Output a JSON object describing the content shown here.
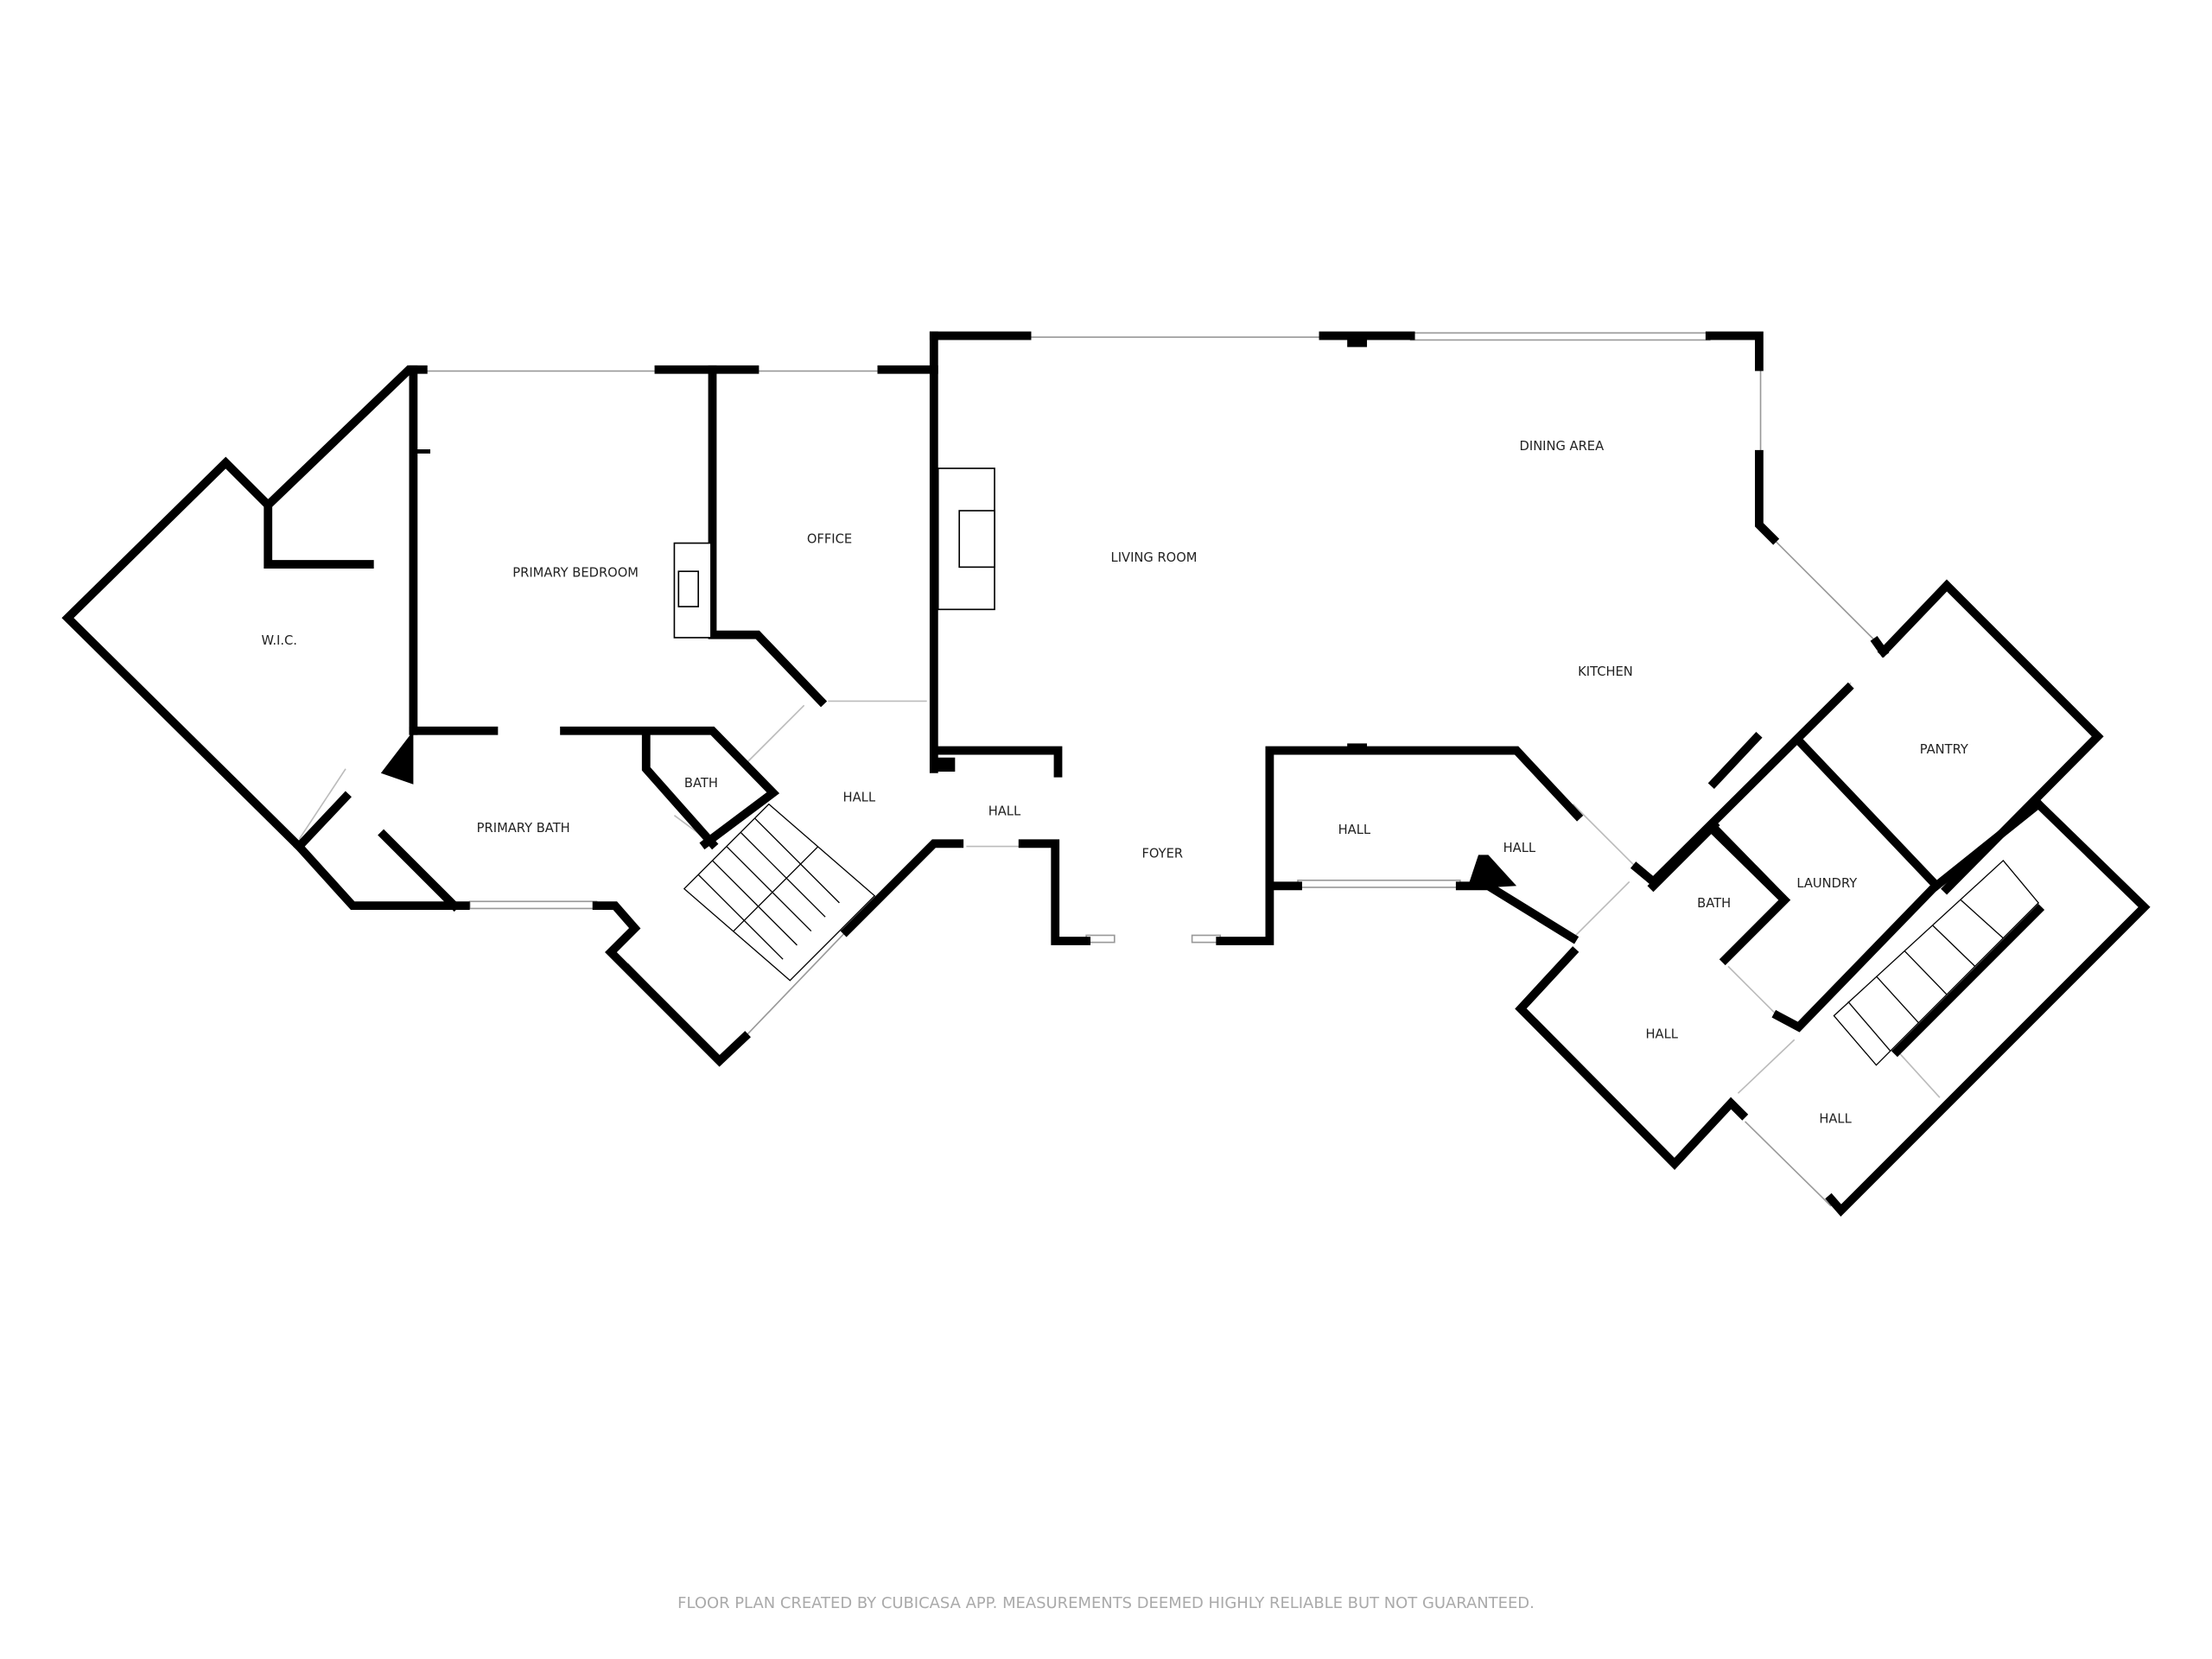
{
  "rooms": {
    "wic": "W.I.C.",
    "primary_bedroom": "PRIMARY BEDROOM",
    "office": "OFFICE",
    "living_room": "LIVING ROOM",
    "dining_area": "DINING AREA",
    "kitchen": "KITCHEN",
    "pantry": "PANTRY",
    "bath_1": "BATH",
    "primary_bath": "PRIMARY BATH",
    "hall_1": "HALL",
    "hall_2": "HALL",
    "foyer": "FOYER",
    "hall_3": "HALL",
    "hall_4": "HALL",
    "bath_2": "BATH",
    "laundry": "LAUNDRY",
    "hall_5": "HALL",
    "hall_6": "HALL"
  },
  "footer": "FLOOR PLAN CREATED BY CUBICASA APP. MEASUREMENTS DEEMED HIGHLY RELIABLE BUT NOT GUARANTEED."
}
